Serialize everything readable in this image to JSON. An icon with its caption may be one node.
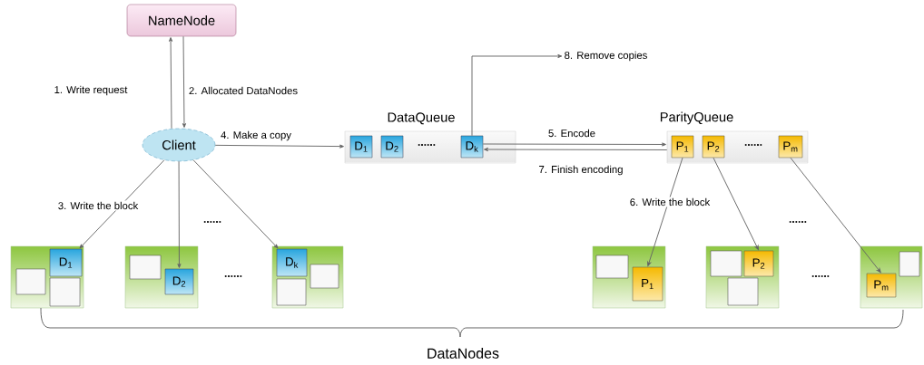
{
  "diagram": {
    "nodes": [
      {
        "text": [
          "NameNode"
        ]
      },
      {
        "text": [
          "Client"
        ]
      },
      {
        "text": [
          "DataQueue"
        ]
      },
      {
        "text": [
          "D$_{1}$"
        ],
        "in": 2
      },
      {
        "text": [
          "D$_{2}$"
        ],
        "in": 2
      },
      {
        "text": [
          "D$_{k}$"
        ],
        "in": 2
      },
      {
        "text": [
          "ParityQueue"
        ]
      },
      {
        "text": [
          "P$_{1}$"
        ],
        "in": 6
      },
      {
        "text": [
          "P$_{2}$"
        ],
        "in": 6
      },
      {
        "text": [
          "P$_{m}$"
        ],
        "in": 6
      },
      {
        "text": [
          "8. Remove copies"
        ]
      },
      {
        "text": [],
        "shape": "box"
      },
      {
        "text": [
          "D$_{1}$"
        ],
        "in": 11
      },
      {
        "text": [],
        "shape": "box",
        "in": 11
      },
      {
        "text": [],
        "shape": "box",
        "in": 11
      },
      {
        "text": [],
        "shape": "box"
      },
      {
        "text": [],
        "shape": "box",
        "in": 15
      },
      {
        "text": [
          "D$_{2}$"
        ],
        "in": 15
      },
      {
        "text": [],
        "shape": "box"
      },
      {
        "text": [
          "D$_{k}$"
        ],
        "in": 18
      },
      {
        "text": [],
        "shape": "box",
        "in": 18
      },
      {
        "text": [],
        "shape": "box",
        "in": 18
      },
      {
        "text": [],
        "shape": "box"
      },
      {
        "text": [],
        "shape": "box",
        "in": 22
      },
      {
        "text": [
          "P$_{1}$"
        ],
        "in": 22
      },
      {
        "text": [],
        "shape": "box"
      },
      {
        "text": [],
        "shape": "box",
        "in": 25
      },
      {
        "text": [
          "P$_{2}$"
        ],
        "in": 25
      },
      {
        "text": [],
        "shape": "box",
        "in": 25
      },
      {
        "text": [],
        "shape": "box"
      },
      {
        "text": [
          "P$_{m}$"
        ],
        "in": 29
      },
      {
        "text": [],
        "shape": "box",
        "in": 29
      }
    ],
    "edges": [
      {
        "from": 1,
        "to": 0,
        "arrow": "to",
        "label": "1. Write request"
      },
      {
        "from": 0,
        "to": 1,
        "arrow": "to",
        "label": "2. Allocated DataNodes"
      },
      {
        "from": 1,
        "to": 12,
        "arrow": "to",
        "label": "3. Write the block"
      },
      {
        "from": 1,
        "to": 17,
        "arrow": "to"
      },
      {
        "from": 1,
        "to": 19,
        "arrow": "to"
      },
      {
        "from": 1,
        "to": 2,
        "arrow": "to",
        "label": "4. Make a copy"
      },
      {
        "from": 5,
        "to": 6,
        "arrow": "to",
        "label": "5. Encode"
      },
      {
        "from": 6,
        "to": 5,
        "arrow": "to",
        "label": "7. Finish encoding"
      },
      {
        "from": 7,
        "to": 24,
        "arrow": "to",
        "label": "6. Write the block"
      },
      {
        "from": 8,
        "to": 27,
        "arrow": "to"
      },
      {
        "from": 9,
        "to": 30,
        "arrow": "to"
      },
      {
        "from": 5,
        "to": 10,
        "arrow": "to"
      }
    ],
    "labels": [
      "......",
      "......",
      "......",
      "......",
      "......",
      "......",
      "DataNodes"
    ]
  }
}
